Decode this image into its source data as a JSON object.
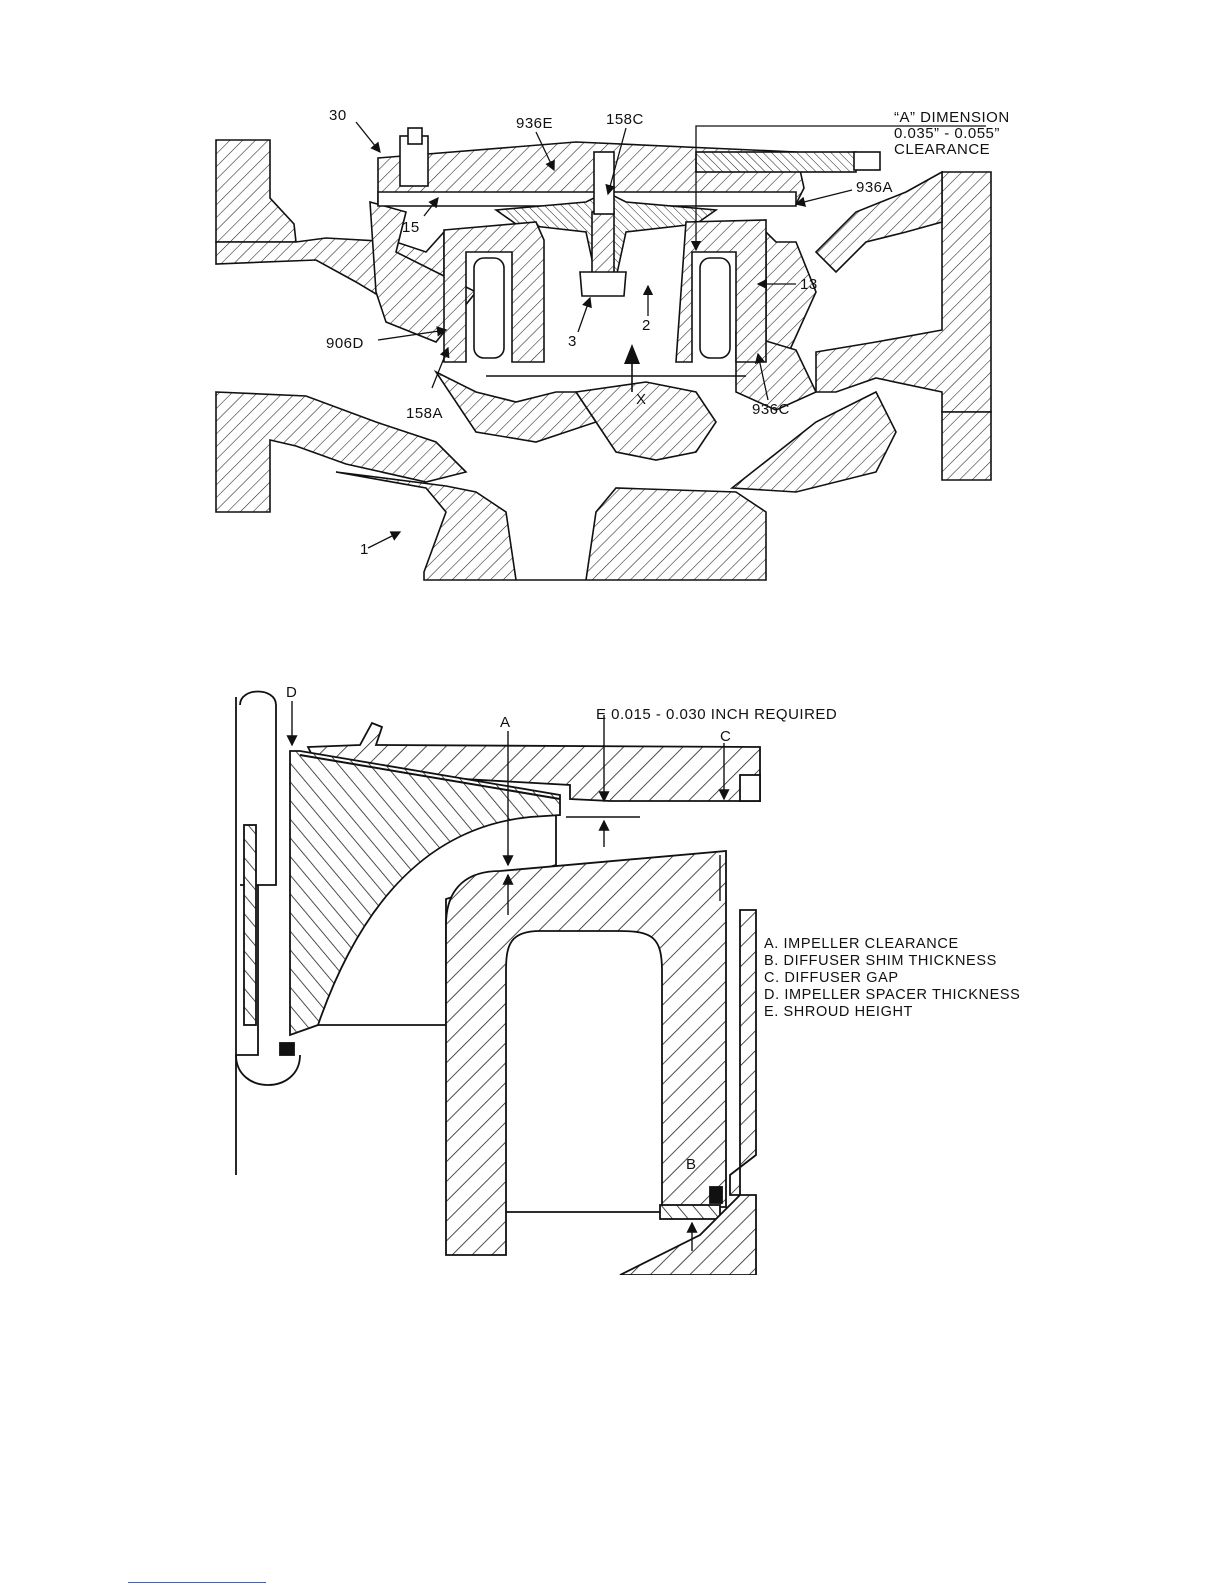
{
  "figure1": {
    "labels": {
      "l30": "30",
      "l936E": "936E",
      "l158C": "158C",
      "dim_line1": "“A” DIMENSION",
      "dim_line2": "0.035” - 0.055”",
      "dim_line3": "CLEARANCE",
      "l936A": "936A",
      "l15": "15",
      "l13": "13",
      "l3": "3",
      "l2": "2",
      "l906D": "906D",
      "l158A": "158A",
      "lX": "X",
      "l936C": "936C",
      "l1": "1"
    }
  },
  "figure2": {
    "labels": {
      "lD": "D",
      "lA": "A",
      "lE": "E 0.015 - 0.030 INCH REQUIRED",
      "lC": "C",
      "lB": "B"
    },
    "legend": [
      "A.  IMPELLER CLEARANCE",
      "B.  DIFFUSER SHIM THICKNESS",
      "C.  DIFFUSER GAP",
      "D.  IMPELLER SPACER THICKNESS",
      "E.  SHROUD HEIGHT"
    ]
  }
}
